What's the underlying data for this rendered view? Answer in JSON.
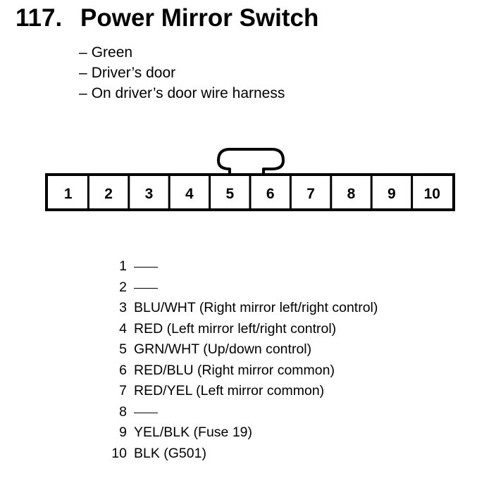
{
  "title": {
    "number": "117.",
    "text": "Power Mirror Switch"
  },
  "notes": [
    {
      "dash": "–",
      "text": "Green"
    },
    {
      "dash": "–",
      "text": "Driver’s door"
    },
    {
      "dash": "–",
      "text": "On driver’s door wire harness"
    }
  ],
  "connector": {
    "cavities": [
      "1",
      "2",
      "3",
      "4",
      "5",
      "6",
      "7",
      "8",
      "9",
      "10"
    ]
  },
  "pins": [
    {
      "pin": "1",
      "desc": ""
    },
    {
      "pin": "2",
      "desc": ""
    },
    {
      "pin": "3",
      "desc": "BLU/WHT (Right mirror left/right control)"
    },
    {
      "pin": "4",
      "desc": "RED (Left mirror left/right control)"
    },
    {
      "pin": "5",
      "desc": "GRN/WHT (Up/down control)"
    },
    {
      "pin": "6",
      "desc": "RED/BLU (Right mirror common)"
    },
    {
      "pin": "7",
      "desc": "RED/YEL (Left mirror common)"
    },
    {
      "pin": "8",
      "desc": ""
    },
    {
      "pin": "9",
      "desc": "YEL/BLK (Fuse 19)"
    },
    {
      "pin": "10",
      "desc": "BLK (G501)"
    }
  ]
}
